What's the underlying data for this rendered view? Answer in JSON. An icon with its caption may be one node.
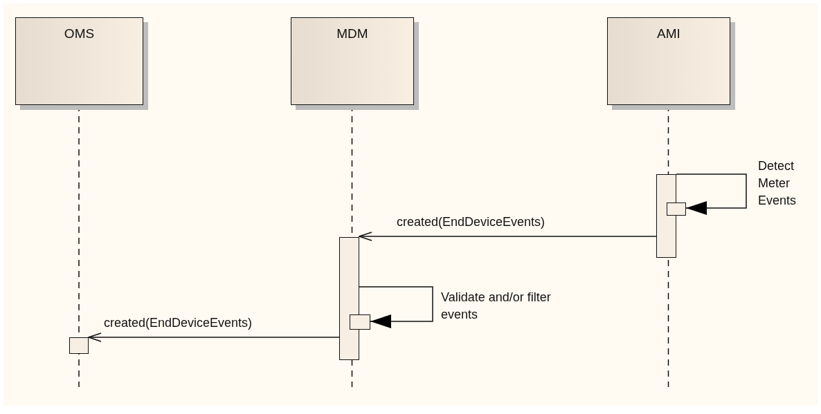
{
  "diagram": {
    "nodes": [
      {
        "text": [
          "OMS"
        ]
      },
      {
        "text": [
          "MDM"
        ]
      },
      {
        "text": [
          "AMI"
        ]
      },
      {
        "text": [],
        "shape": "box"
      },
      {
        "text": [],
        "shape": "box"
      },
      {
        "text": [],
        "shape": "box"
      },
      {
        "text": [],
        "shape": "box"
      },
      {
        "text": [],
        "shape": "box"
      }
    ],
    "edges": [
      {
        "from": 3,
        "to": 4,
        "arrow": "to",
        "label": "Detect Meter Events"
      },
      {
        "from": 3,
        "to": 5,
        "arrow": "to",
        "label": "created(EndDeviceEvents)"
      },
      {
        "from": 5,
        "to": 6,
        "arrow": "to",
        "label": "Validate and/or filter events"
      },
      {
        "from": 5,
        "to": 7,
        "arrow": "to",
        "label": "created(EndDeviceEvents)"
      }
    ]
  }
}
